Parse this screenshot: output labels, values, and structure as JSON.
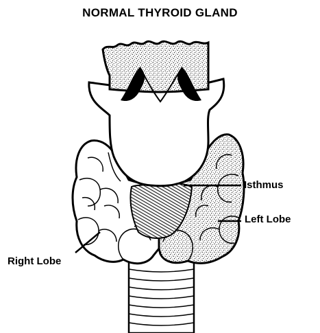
{
  "title": "NORMAL THYROID GLAND",
  "labels": {
    "isthmus": "Isthmus",
    "left_lobe": "Left Lobe",
    "right_lobe": "Right Lobe"
  },
  "colors": {
    "ink": "#000000",
    "paper": "#ffffff",
    "stipple": "#9a9a9a"
  }
}
